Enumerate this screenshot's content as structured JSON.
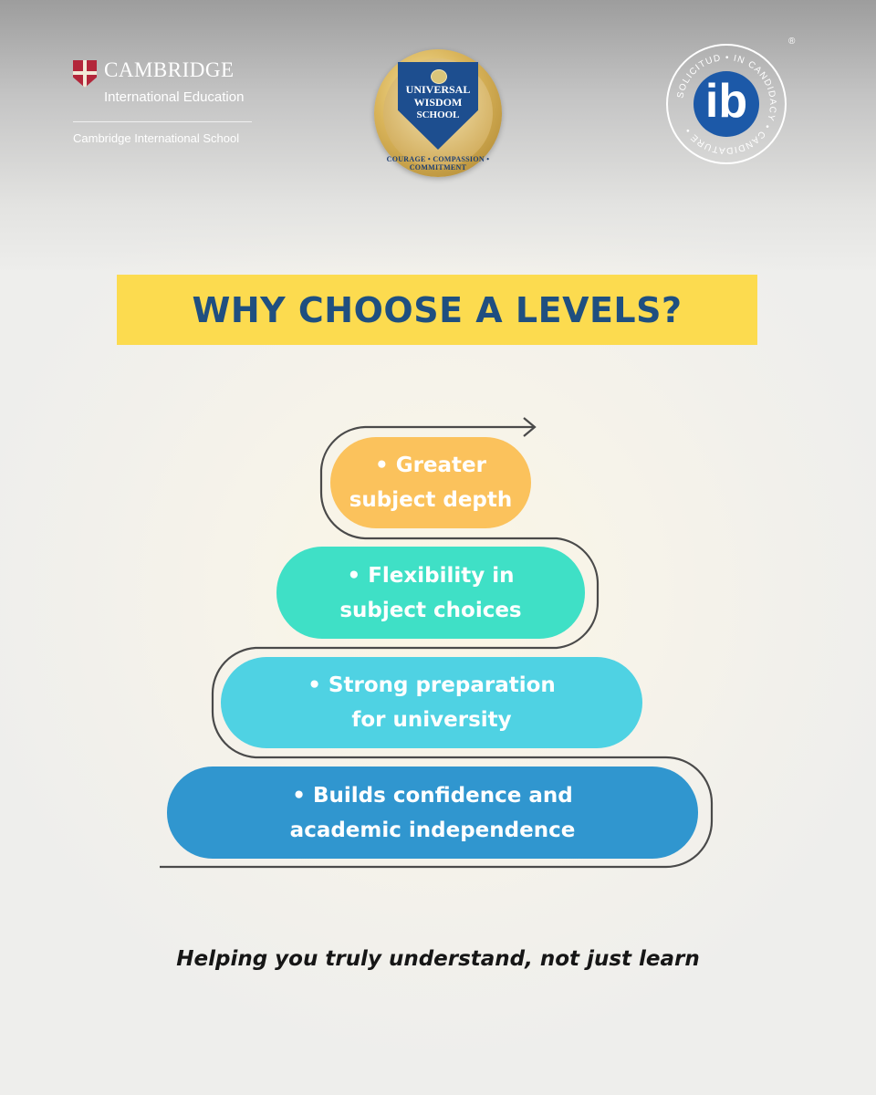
{
  "logos": {
    "cambridge": {
      "name": "CAMBRIDGE",
      "subtitle": "International Education",
      "school": "Cambridge International School"
    },
    "emblem": {
      "line1": "UNIVERSAL",
      "line2": "WISDOM",
      "line3": "SCHOOL",
      "motto": "COURAGE • COMPASSION • COMMITMENT"
    },
    "ib": {
      "mark": "ib",
      "ring_text": "SOLICITUD • IN CANDIDACY • CANDIDATURE •",
      "registered": "®"
    }
  },
  "heading": "WHY CHOOSE A LEVELS?",
  "steps": [
    {
      "line1": "• Greater",
      "line2": "subject depth"
    },
    {
      "line1": "• Flexibility in",
      "line2": "subject choices"
    },
    {
      "line1": "• Strong preparation",
      "line2": "for university"
    },
    {
      "line1": "• Builds confidence and",
      "line2": "academic independence"
    }
  ],
  "tagline": "Helping you truly understand, not just learn",
  "colors": {
    "heading_bg": "#fcdb4f",
    "heading_text": "#1f4f80",
    "step1": "#fbc25c",
    "step2": "#3fe0c6",
    "step3": "#4fd2e3",
    "step4": "#3096cf"
  }
}
